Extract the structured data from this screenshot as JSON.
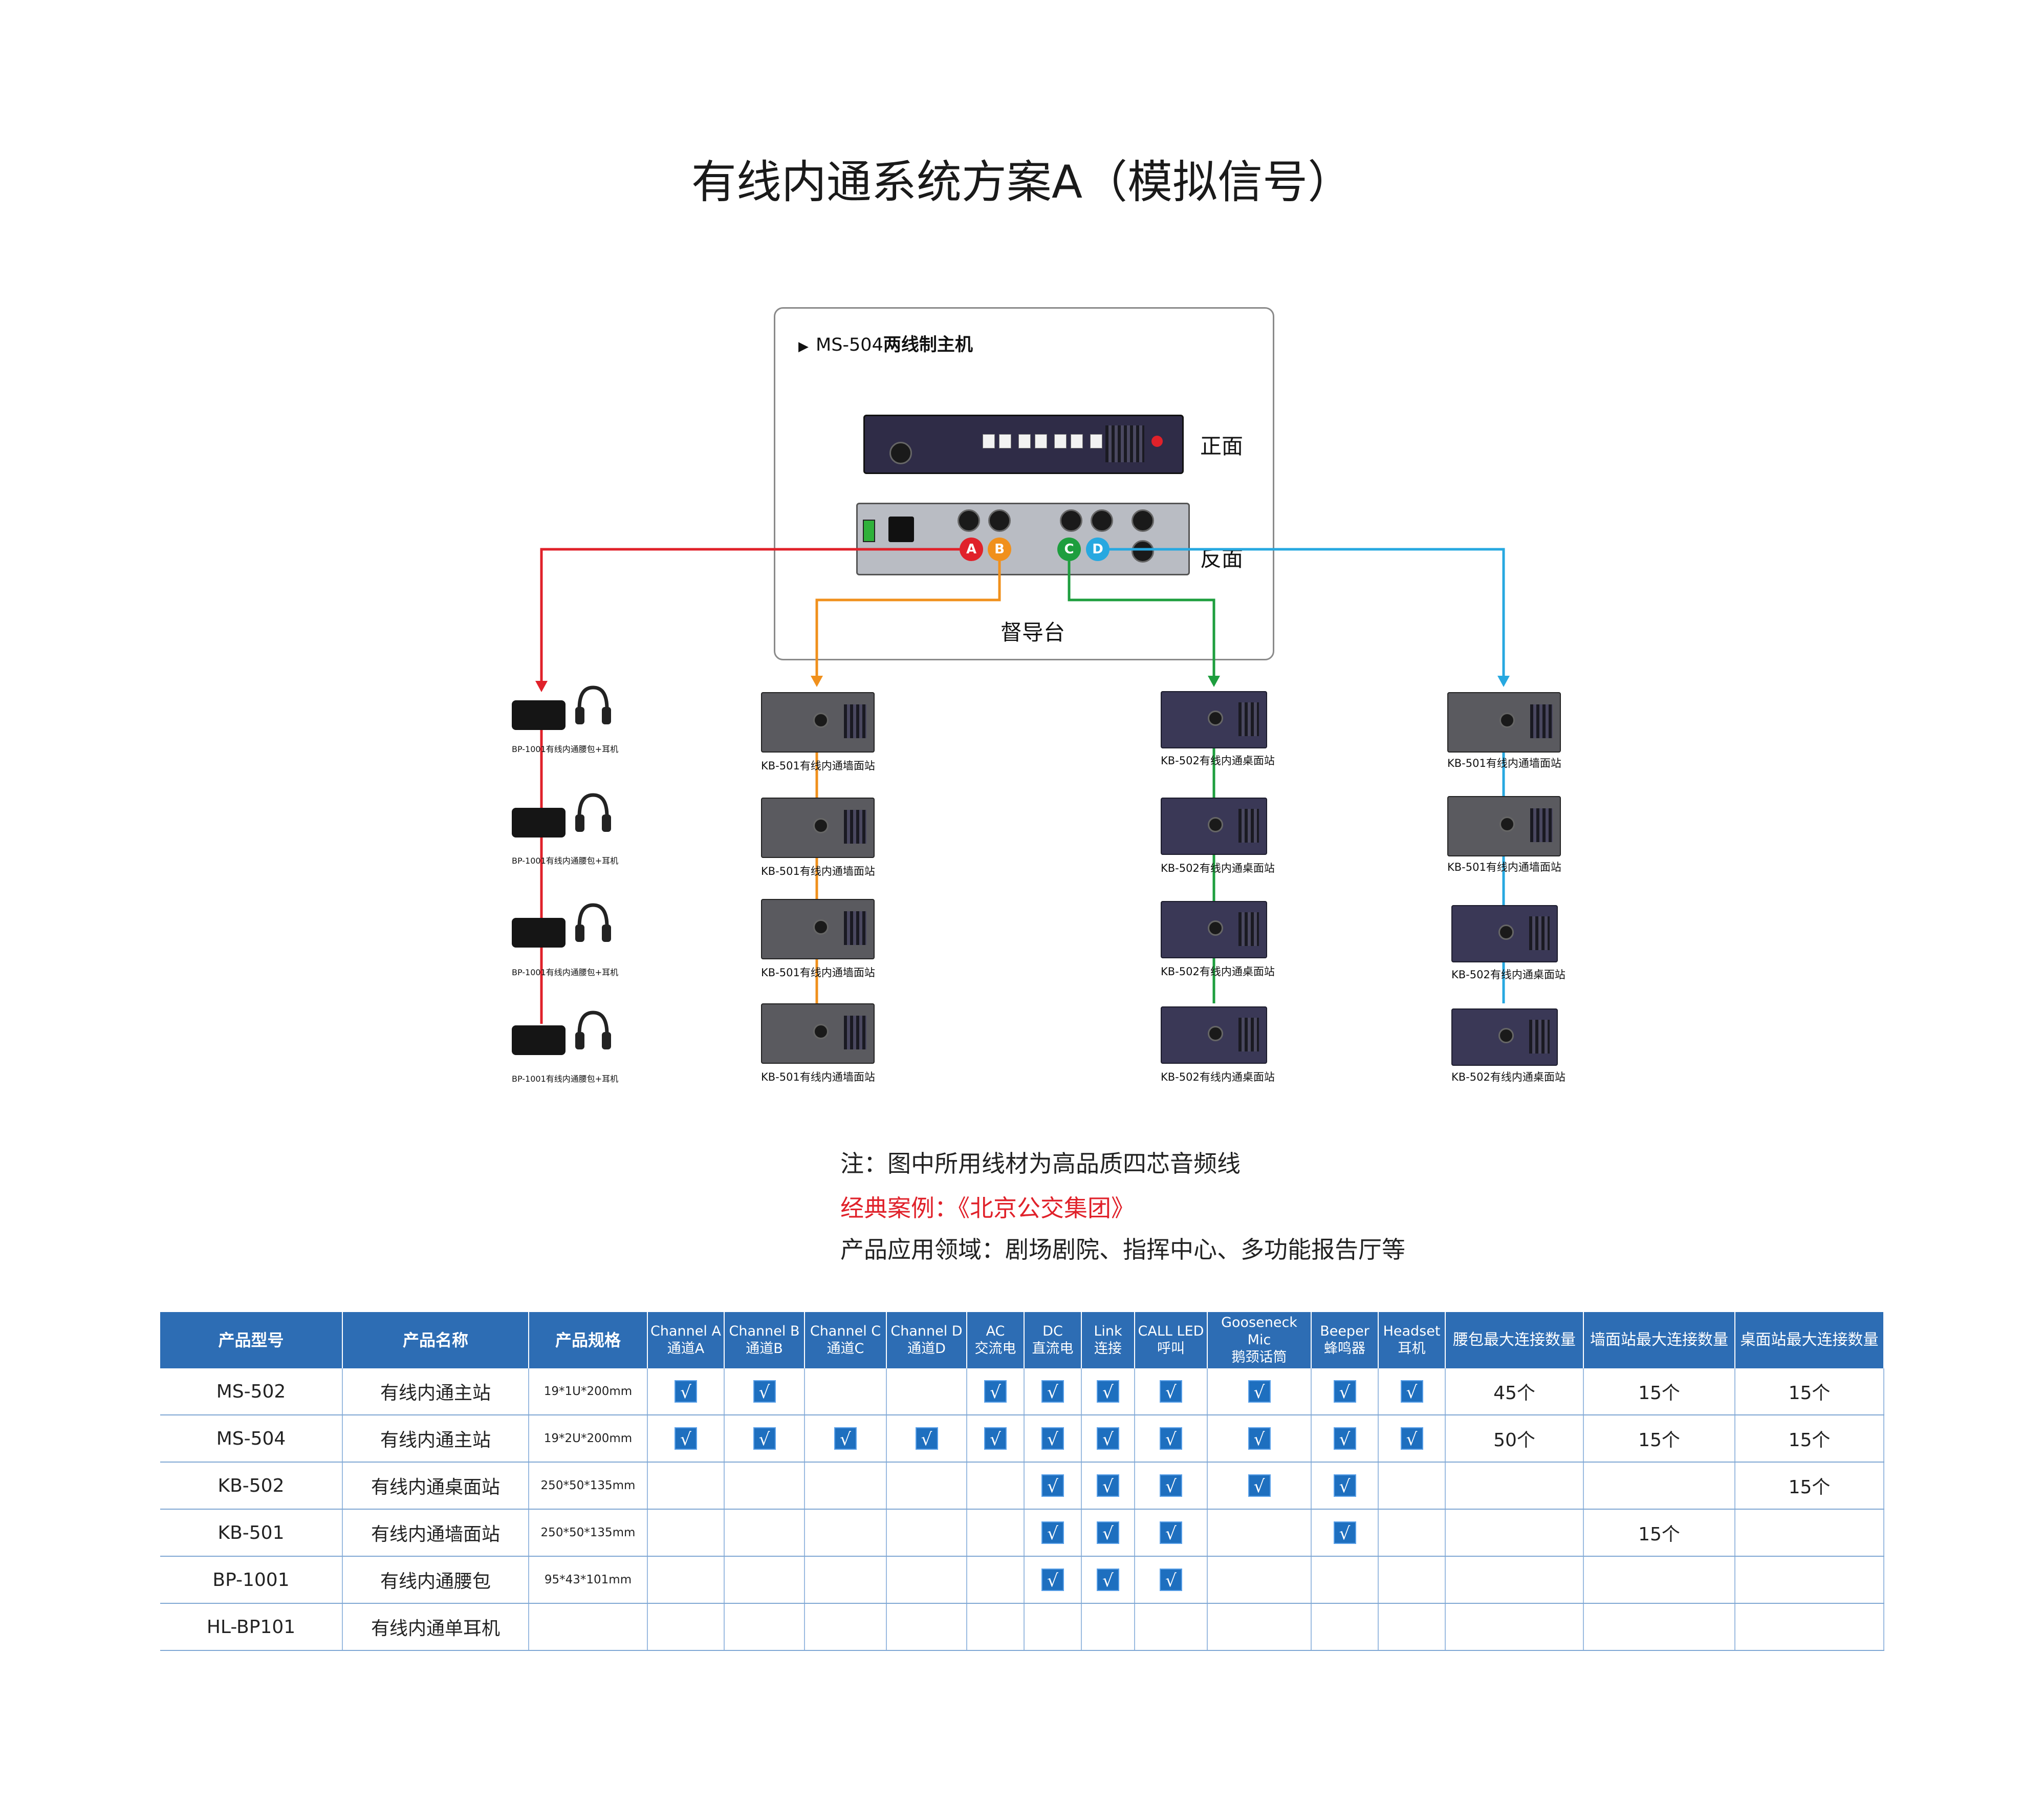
{
  "title": "有线内通系统方案A（模拟信号）",
  "main_unit": {
    "heading_prefix": "MS-504",
    "heading_bold": "两线制主机",
    "front_label": "正面",
    "rear_label": "反面",
    "console_label": "督导台",
    "port_labels": [
      "A",
      "B",
      "C",
      "D"
    ]
  },
  "colors": {
    "channel_a": "#e0212a",
    "channel_b": "#f0901c",
    "channel_c": "#1e9e3e",
    "channel_d": "#27a8e0",
    "header_blue": "#2d6db4"
  },
  "chains": {
    "a": {
      "device_label": "BP-1001有线内通腰包+耳机",
      "count": 4
    },
    "b": {
      "device_label": "KB-501有线内通墙面站",
      "count": 4
    },
    "c": {
      "device_label": "KB-502有线内通桌面站",
      "count": 4
    },
    "d": {
      "labels": [
        "KB-501有线内通墙面站",
        "KB-501有线内通墙面站",
        "KB-502有线内通桌面站",
        "KB-502有线内通桌面站"
      ]
    }
  },
  "notes": {
    "cable": "注：图中所用线材为高品质四芯音频线",
    "case_label": "经典案例：",
    "case_value": "《北京公交集团》",
    "application": "产品应用领域：剧场剧院、指挥中心、多功能报告厅等"
  },
  "table": {
    "headers": {
      "model": "产品型号",
      "name": "产品名称",
      "spec": "产品规格",
      "features": [
        {
          "en": "Channel A",
          "cn": "通道A"
        },
        {
          "en": "Channel B",
          "cn": "通道B"
        },
        {
          "en": "Channel C",
          "cn": "通道C"
        },
        {
          "en": "Channel D",
          "cn": "通道D"
        },
        {
          "en": "AC",
          "cn": "交流电"
        },
        {
          "en": "DC",
          "cn": "直流电"
        },
        {
          "en": "Link",
          "cn": "连接"
        },
        {
          "en": "CALL LED",
          "cn": "呼叫"
        },
        {
          "en": "Gooseneck Mic",
          "cn": "鹅颈话筒"
        },
        {
          "en": "Beeper",
          "cn": "蜂鸣器"
        },
        {
          "en": "Headset",
          "cn": "耳机"
        }
      ],
      "belt_max": "腰包最大连接数量",
      "wall_max": "墙面站最大连接数量",
      "desk_max": "桌面站最大连接数量"
    },
    "check_glyph": "√",
    "rows": [
      {
        "model": "MS-502",
        "name": "有线内通主站",
        "spec": "19*1U*200mm",
        "checks": [
          1,
          1,
          0,
          0,
          1,
          1,
          1,
          1,
          1,
          1,
          1
        ],
        "belt": "45个",
        "wall": "15个",
        "desk": "15个"
      },
      {
        "model": "MS-504",
        "name": "有线内通主站",
        "spec": "19*2U*200mm",
        "checks": [
          1,
          1,
          1,
          1,
          1,
          1,
          1,
          1,
          1,
          1,
          1
        ],
        "belt": "50个",
        "wall": "15个",
        "desk": "15个"
      },
      {
        "model": "KB-502",
        "name": "有线内通桌面站",
        "spec": "250*50*135mm",
        "checks": [
          0,
          0,
          0,
          0,
          0,
          1,
          1,
          1,
          1,
          1,
          0
        ],
        "belt": "",
        "wall": "",
        "desk": "15个"
      },
      {
        "model": "KB-501",
        "name": "有线内通墙面站",
        "spec": "250*50*135mm",
        "checks": [
          0,
          0,
          0,
          0,
          0,
          1,
          1,
          1,
          0,
          1,
          0
        ],
        "belt": "",
        "wall": "15个",
        "desk": ""
      },
      {
        "model": "BP-1001",
        "name": "有线内通腰包",
        "spec": "95*43*101mm",
        "checks": [
          0,
          0,
          0,
          0,
          0,
          1,
          1,
          1,
          0,
          0,
          0
        ],
        "belt": "",
        "wall": "",
        "desk": ""
      },
      {
        "model": "HL-BP101",
        "name": "有线内通单耳机",
        "spec": "",
        "checks": [
          0,
          0,
          0,
          0,
          0,
          0,
          0,
          0,
          0,
          0,
          0
        ],
        "belt": "",
        "wall": "",
        "desk": ""
      }
    ]
  }
}
